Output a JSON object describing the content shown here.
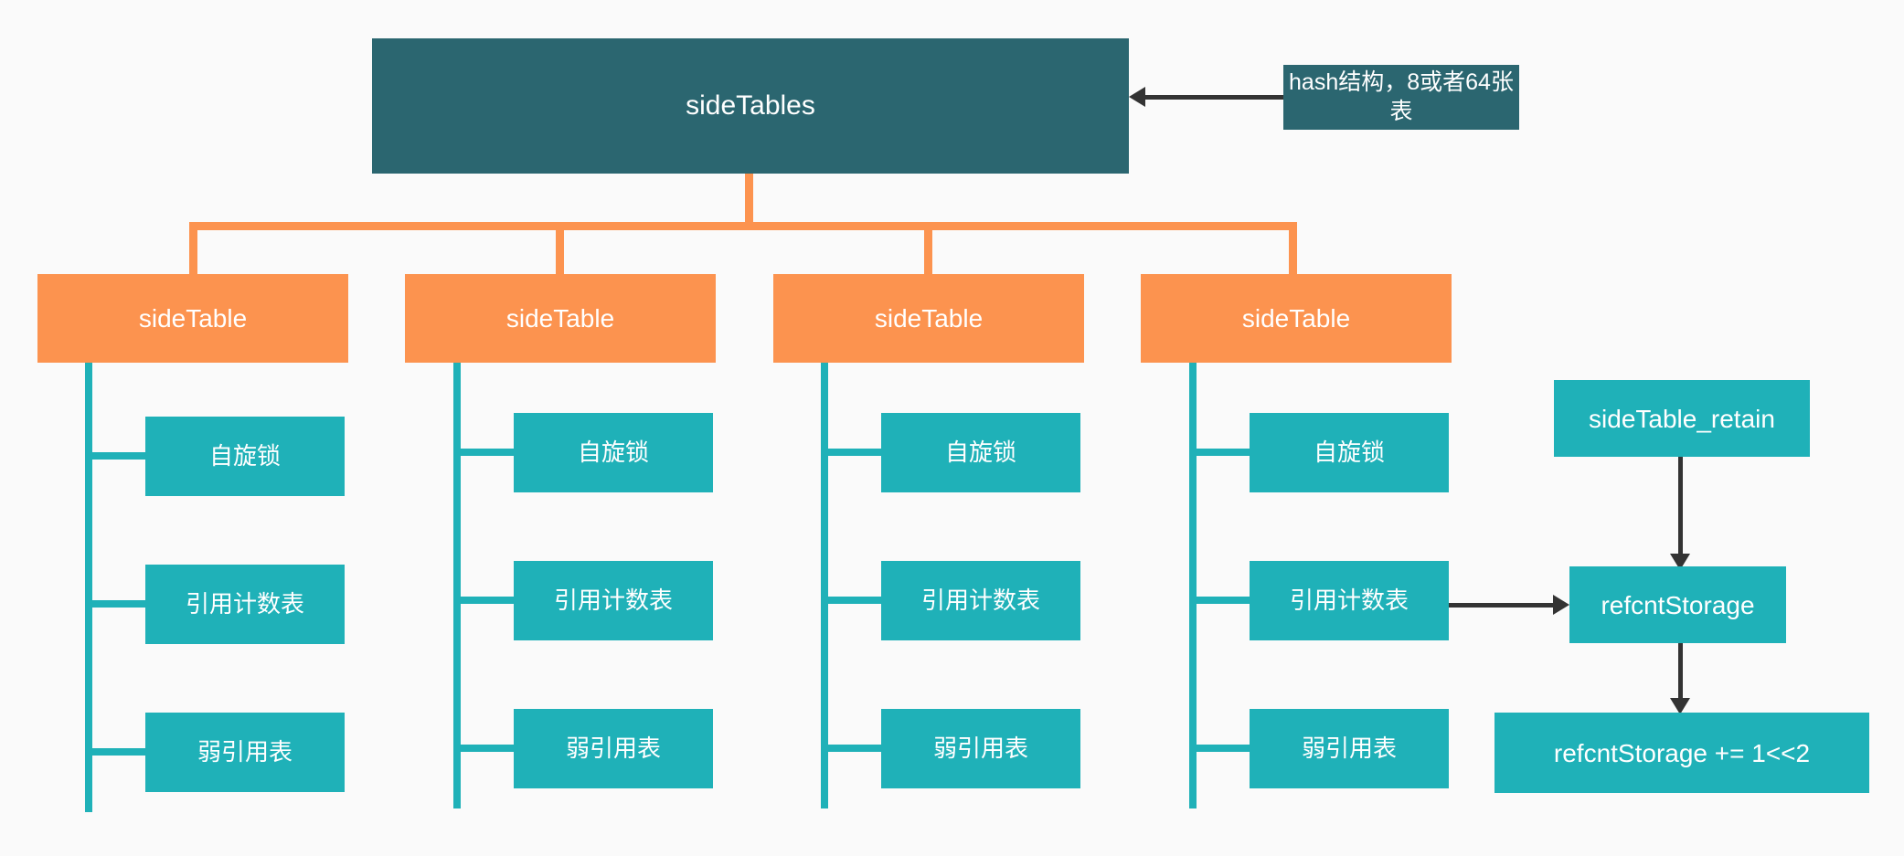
{
  "diagram": {
    "title": "sideTables structure",
    "colors": {
      "background": "#fafafa",
      "root_box": "#2b6670",
      "table_box": "#fc934f",
      "leaf_box": "#1fb1b8",
      "arrow": "#333333",
      "text": "#ffffff"
    },
    "root": {
      "label": "sideTables"
    },
    "annotation": {
      "label": "hash结构，8或者64张表"
    },
    "tables": [
      {
        "label": "sideTable",
        "children": [
          {
            "label": "自旋锁"
          },
          {
            "label": "引用计数表"
          },
          {
            "label": "弱引用表"
          }
        ]
      },
      {
        "label": "sideTable",
        "children": [
          {
            "label": "自旋锁"
          },
          {
            "label": "引用计数表"
          },
          {
            "label": "弱引用表"
          }
        ]
      },
      {
        "label": "sideTable",
        "children": [
          {
            "label": "自旋锁"
          },
          {
            "label": "引用计数表"
          },
          {
            "label": "弱引用表"
          }
        ]
      },
      {
        "label": "sideTable",
        "children": [
          {
            "label": "自旋锁"
          },
          {
            "label": "引用计数表"
          },
          {
            "label": "弱引用表"
          }
        ]
      }
    ],
    "side_flow": {
      "retain": {
        "label": "sideTable_retain"
      },
      "storage": {
        "label": "refcntStorage"
      },
      "increment": {
        "label": "refcntStorage += 1<<2"
      }
    }
  }
}
